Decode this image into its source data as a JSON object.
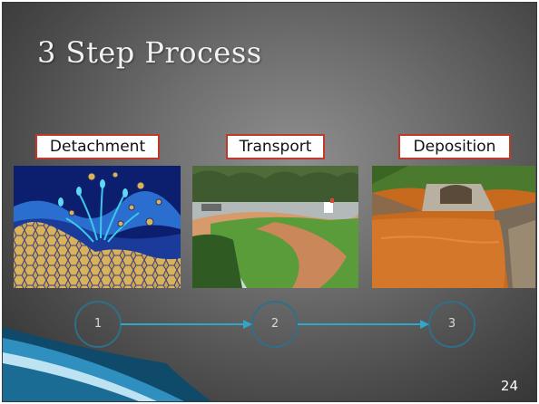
{
  "slide": {
    "title": "3 Step Process",
    "page_number": "24"
  },
  "steps": [
    {
      "label": "Detachment",
      "number": "1"
    },
    {
      "label": "Transport",
      "number": "2"
    },
    {
      "label": "Deposition",
      "number": "3"
    }
  ],
  "colors": {
    "label_border": "#c0392b",
    "flow_arrow": "#2fa7c9",
    "step_circle": "#2f6f8a"
  }
}
